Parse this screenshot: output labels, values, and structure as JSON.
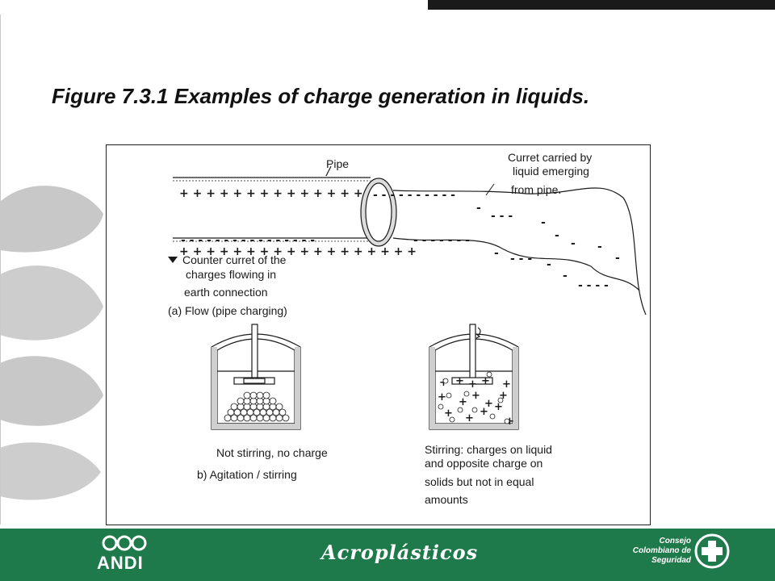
{
  "slide": {
    "title": "Figure 7.3.1 Examples of charge generation in liquids."
  },
  "figure": {
    "pipe_label": "Pipe",
    "current_label_line1": "Curret carried by",
    "current_label_line2": "liquid emerging",
    "current_label_line3": "from pipe.",
    "counter_line1": "Counter curret of the",
    "counter_line2": "charges flowing in",
    "counter_line3": "earth connection",
    "caption_a": "(a)  Flow (pipe charging)",
    "tank1_label": "Not stirring, no charge",
    "caption_b": "b) Agitation / stirring",
    "tank2_line1": "Stirring: charges on liquid",
    "tank2_line2": "and opposite charge on",
    "tank2_line3": "solids but not in equal",
    "tank2_line4": "amounts"
  },
  "footer": {
    "andi": "ANDI",
    "acroplasticos": "Acroplásticos",
    "consejo_line1": "Consejo",
    "consejo_line2": "Colombiano de",
    "consejo_line3": "Seguridad"
  },
  "colors": {
    "footer_green": "#1f7a4b",
    "decor_gray": "#c8c8c8",
    "ink": "#1a1a1a"
  }
}
